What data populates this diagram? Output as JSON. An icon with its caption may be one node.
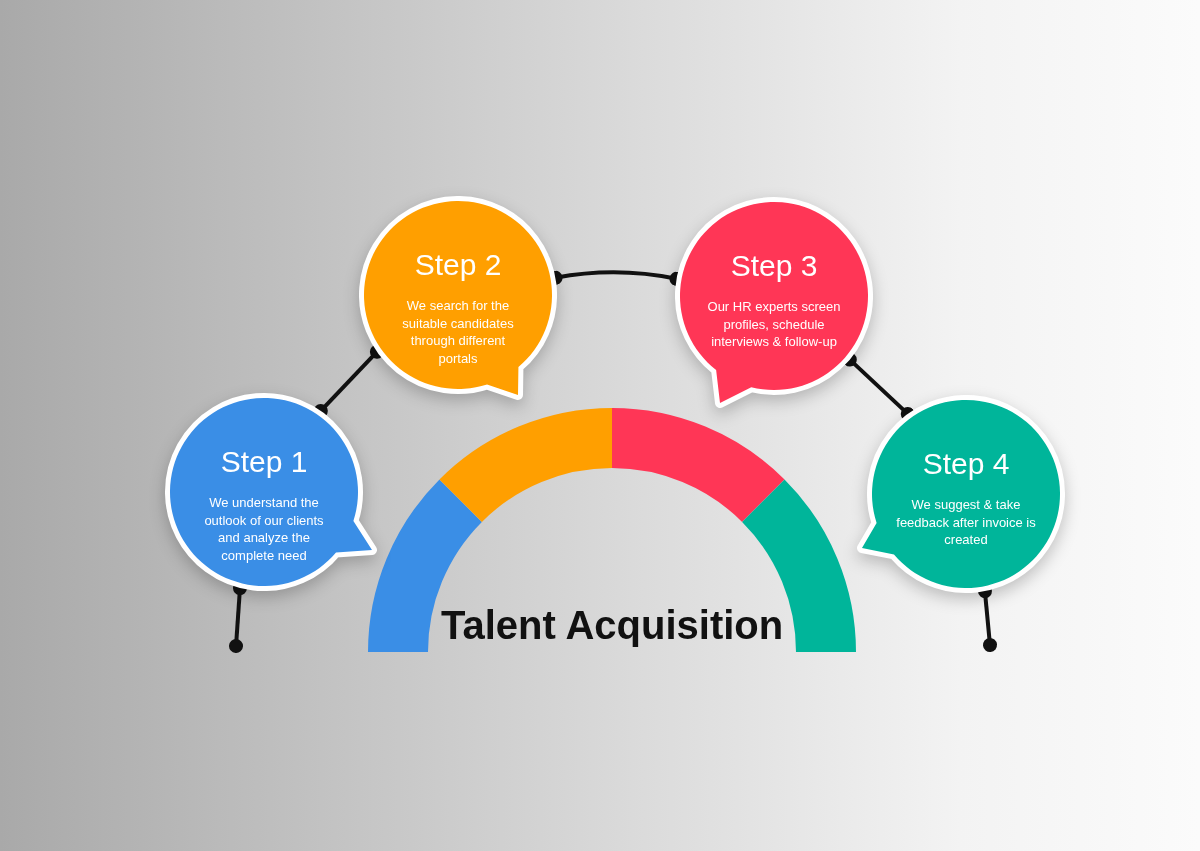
{
  "diagram": {
    "title": "Talent Acquisition",
    "nodes": [
      {
        "text": [
          "Step 1",
          "We understand the outlook of our clients and analyze the complete need"
        ]
      },
      {
        "text": [
          "Step 2",
          "We search for the suitable candidates through different portals"
        ]
      },
      {
        "text": [
          "Step 3",
          "Our HR experts screen profiles, schedule interviews & follow-up"
        ]
      },
      {
        "text": [
          "Step 4",
          "We suggest & take feedback after invoice is created"
        ]
      }
    ],
    "edges": [
      {
        "from": 0,
        "to": 1,
        "arrow": "other"
      },
      {
        "from": 1,
        "to": 2,
        "arrow": "other"
      },
      {
        "from": 2,
        "to": 3,
        "arrow": "other"
      },
      {
        "from": 0,
        "to": null,
        "arrow": "other"
      },
      {
        "from": 3,
        "to": null,
        "arrow": "other"
      }
    ]
  }
}
